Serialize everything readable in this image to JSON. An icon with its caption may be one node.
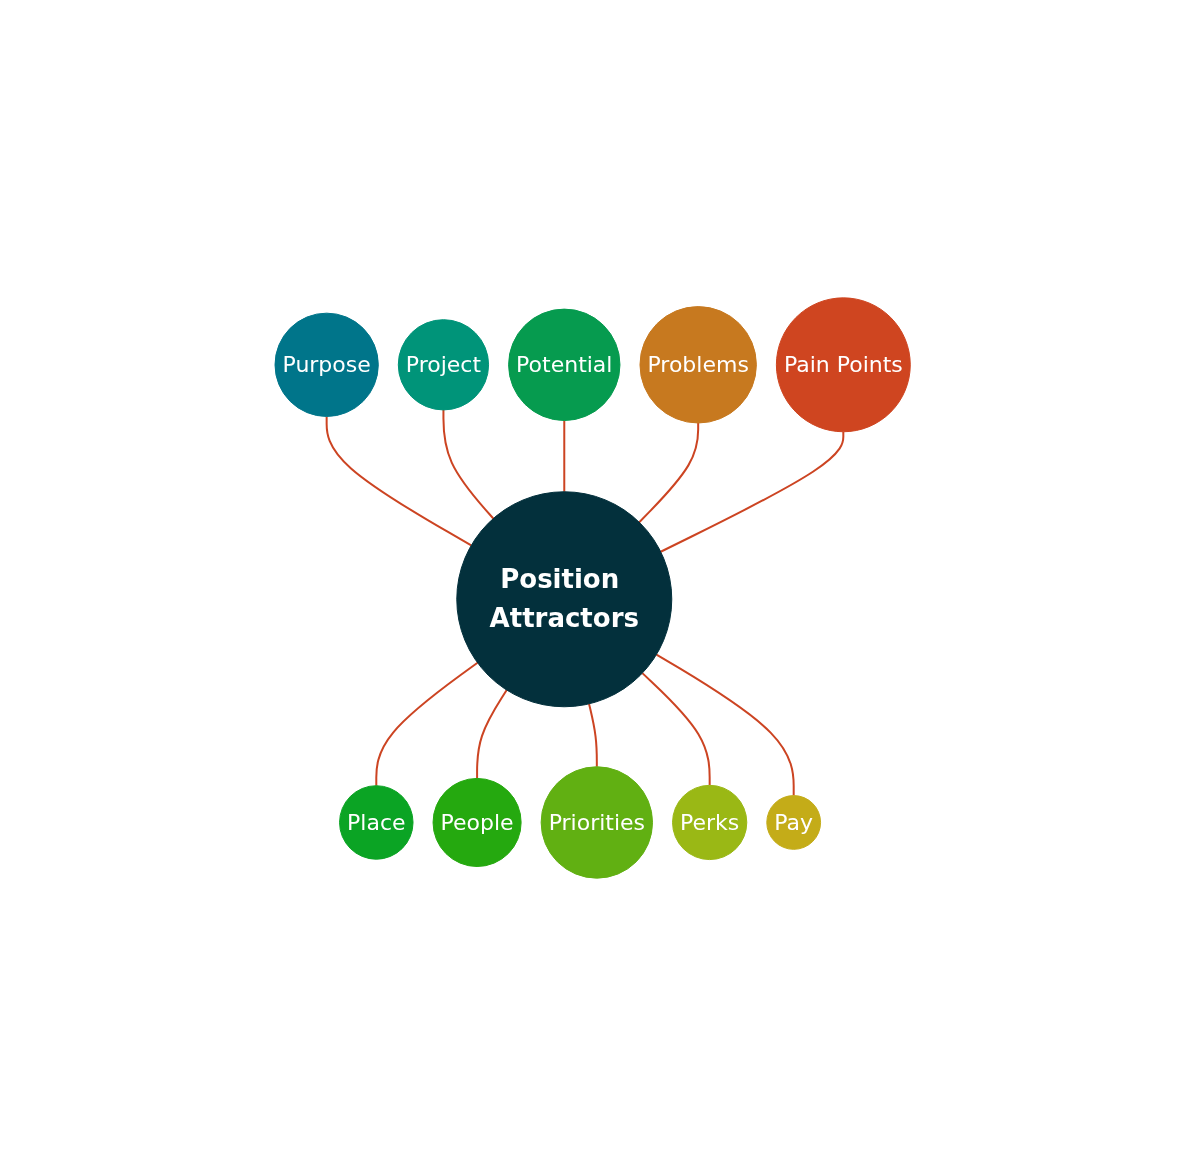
{
  "diagram": {
    "nodes": [
      {
        "text": [
          "Position Attractors"
        ]
      },
      {
        "text": [
          "Purpose"
        ]
      },
      {
        "text": [
          "Project"
        ]
      },
      {
        "text": [
          "Potential"
        ]
      },
      {
        "text": [
          "Place"
        ]
      },
      {
        "text": [
          "People"
        ]
      },
      {
        "text": [
          "Priorities"
        ]
      },
      {
        "text": [
          "Perks"
        ]
      },
      {
        "text": [
          "Pay"
        ]
      },
      {
        "text": [
          "Problems"
        ]
      },
      {
        "text": [
          "Pain Points"
        ]
      }
    ],
    "edges": [
      {
        "from": 0,
        "to": 1,
        "arrow": "none"
      },
      {
        "from": 0,
        "to": 2,
        "arrow": "none"
      },
      {
        "from": 0,
        "to": 3,
        "arrow": "none"
      },
      {
        "from": 0,
        "to": 4,
        "arrow": "none"
      },
      {
        "from": 0,
        "to": 5,
        "arrow": "none"
      },
      {
        "from": 0,
        "to": 6,
        "arrow": "none"
      },
      {
        "from": 0,
        "to": 7,
        "arrow": "none"
      },
      {
        "from": 0,
        "to": 8,
        "arrow": "none"
      },
      {
        "from": 0,
        "to": 9,
        "arrow": "none"
      },
      {
        "from": 0,
        "to": 10,
        "arrow": "none"
      }
    ]
  }
}
